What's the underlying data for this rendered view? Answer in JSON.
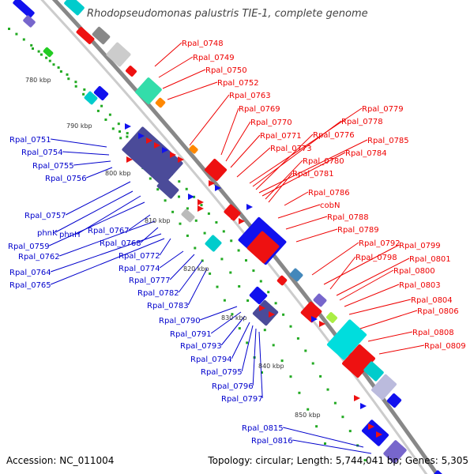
{
  "title": "Rhodopseudomonas palustris TIE-1, complete genome",
  "footer": {
    "accession": "Accession: NC_011004",
    "summary": "Topology: circular; Length: 5,744,041 bp; Genes: 5,305"
  },
  "colors": {
    "forward_strand": "#ee1111",
    "reverse_strand": "#1111ee",
    "label_forward": "#ee0000",
    "label_reverse": "#0000cc",
    "backbone": "#999999",
    "tick_dots": "#22aa22",
    "scale_text": "#333333"
  },
  "scale_labels": [
    "780 kbp",
    "790 kbp",
    "800 kbp",
    "810 kbp",
    "820 kbp",
    "830 kbp",
    "840 kbp",
    "850 kbp"
  ],
  "forward_labels": [
    "Rpal_0748",
    "Rpal_0749",
    "Rpal_0750",
    "Rpal_0752",
    "Rpal_0763",
    "Rpal_0769",
    "Rpal_0770",
    "Rpal_0771",
    "Rpal_0773",
    "Rpal_0779",
    "Rpal_0778",
    "Rpal_0776",
    "Rpal_0785",
    "Rpal_0784",
    "Rpal_0780",
    "Rpal_0781",
    "Rpal_0786",
    "cobN",
    "Rpal_0788",
    "Rpal_0789",
    "Rpal_0792",
    "Rpal_0799",
    "Rpal_0798",
    "Rpal_0801",
    "Rpal_0800",
    "Rpal_0803",
    "Rpal_0804",
    "Rpal_0806",
    "Rpal_0808",
    "Rpal_0809"
  ],
  "reverse_labels": [
    "Rpal_0751",
    "Rpal_0754",
    "Rpal_0755",
    "Rpal_0756",
    "Rpal_0757",
    "phnK",
    "phnH",
    "Rpal_0759",
    "Rpal_0767",
    "Rpal_0762",
    "Rpal_0768",
    "Rpal_0764",
    "Rpal_0765",
    "Rpal_0772",
    "Rpal_0774",
    "Rpal_0777",
    "Rpal_0782",
    "Rpal_0783",
    "Rpal_0790",
    "Rpal_0791",
    "Rpal_0793",
    "Rpal_0794",
    "Rpal_0795",
    "Rpal_0796",
    "Rpal_0797",
    "Rpal_0815",
    "Rpal_0816"
  ]
}
